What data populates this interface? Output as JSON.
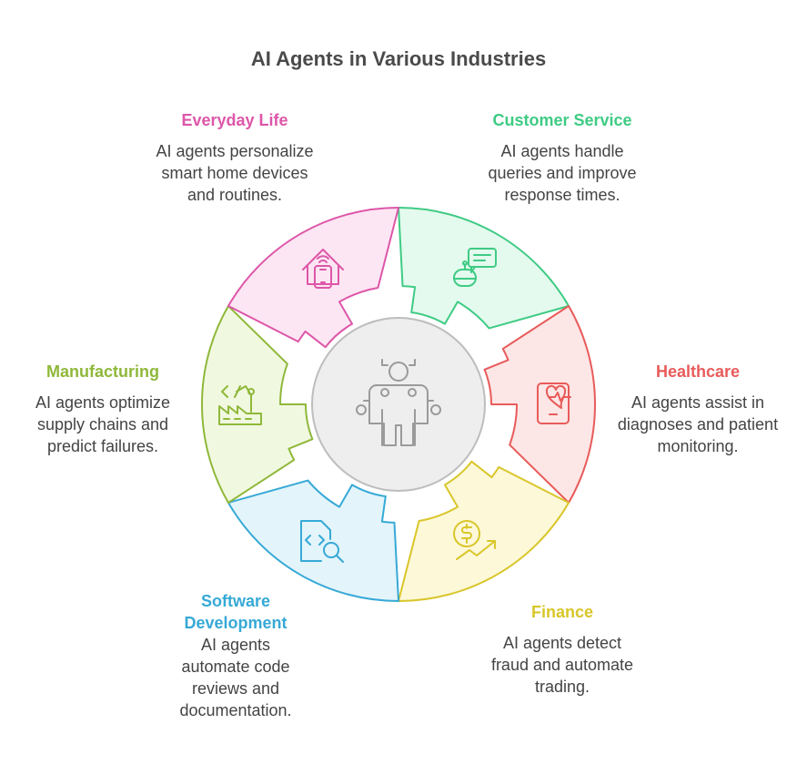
{
  "title": "AI Agents in Various Industries",
  "sections": [
    {
      "key": "customer_service",
      "heading": "Customer Service",
      "desc": "AI agents handle queries and improve response times.",
      "stroke": "#3fcb84",
      "fill": "#e4faee",
      "icon": "chatbot-icon"
    },
    {
      "key": "healthcare",
      "heading": "Healthcare",
      "desc": "AI agents assist in diagnoses and patient monitoring.",
      "stroke": "#e85b5b",
      "fill": "#fde6e6",
      "icon": "heart-tablet-icon"
    },
    {
      "key": "finance",
      "heading": "Finance",
      "desc": "AI agents detect fraud and automate trading.",
      "stroke": "#d9c62a",
      "fill": "#fdf8d8",
      "icon": "dollar-growth-icon"
    },
    {
      "key": "software_development",
      "heading": "Software Development",
      "desc": "AI agents automate code reviews and documentation.",
      "stroke": "#36a9d6",
      "fill": "#e3f4fb",
      "icon": "code-search-icon"
    },
    {
      "key": "manufacturing",
      "heading": "Manufacturing",
      "desc": "AI agents optimize supply chains and predict failures.",
      "stroke": "#8fb83a",
      "fill": "#f1f8e0",
      "icon": "factory-robot-icon"
    },
    {
      "key": "everyday_life",
      "heading": "Everyday Life",
      "desc": "AI agents personalize smart home devices and routines.",
      "stroke": "#dd56a8",
      "fill": "#fde6f3",
      "icon": "smart-home-icon"
    }
  ],
  "center": {
    "icon": "ai-agent-icon",
    "stroke": "#9a9a9a",
    "fill": "#eeeeee"
  }
}
